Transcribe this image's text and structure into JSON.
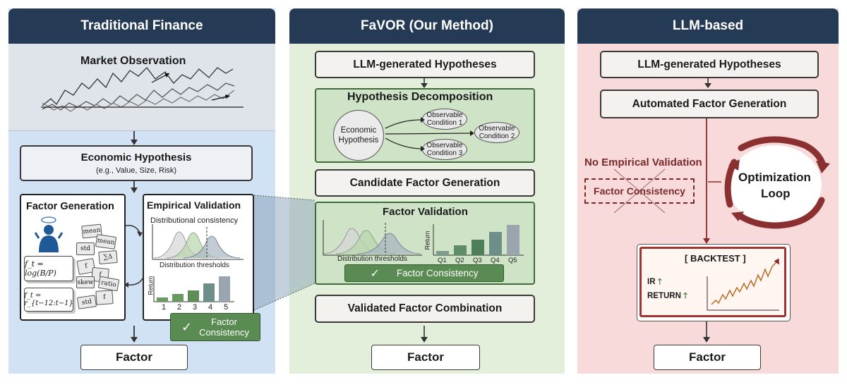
{
  "traditional": {
    "title": "Traditional Finance",
    "market_observation": "Market Observation",
    "hypothesis_title": "Economic Hypothesis",
    "hypothesis_examples": "(e.g., Value, Size, Risk)",
    "factor_generation": "Factor Generation",
    "empirical_validation": "Empirical Validation",
    "distributional_consistency": "Distributional consistency",
    "distribution_thresholds": "Distribution thresholds",
    "return_label": "Return",
    "x_ticks": [
      "1",
      "2",
      "3",
      "4",
      "5"
    ],
    "badge_check": "✓",
    "badge_line1": "Factor",
    "badge_line2": "Consistency",
    "factor": "Factor",
    "cards": [
      "mean",
      "mean",
      "std",
      "∑Δ",
      "f",
      "f",
      "skew",
      "ratio",
      "std",
      "f"
    ],
    "formula1": "f_t = log(B/P)",
    "formula2": "f_t = r_{t−12:t−1}"
  },
  "favor": {
    "title": "FaVOR (Our Method)",
    "llm_hypotheses": "LLM-generated Hypotheses",
    "decomposition_title": "Hypothesis Decomposition",
    "economic_hypothesis_l1": "Economic",
    "economic_hypothesis_l2": "Hypothesis",
    "obs1_l1": "Observable",
    "obs1_l2": "Condition 1",
    "obs2_l1": "Observable",
    "obs2_l2": "Condition 2",
    "obs3_l1": "Observable",
    "obs3_l2": "Condition 3",
    "candidate": "Candidate Factor Generation",
    "validation_title": "Factor Validation",
    "distribution_thresholds": "Distribution thresholds",
    "return_label": "Return",
    "q_ticks": [
      "Q1",
      "Q2",
      "Q3",
      "Q4",
      "Q5"
    ],
    "badge_check": "✓",
    "badge_text": "Factor Consistency",
    "combination": "Validated Factor Combination",
    "factor": "Factor"
  },
  "llm": {
    "title": "LLM-based",
    "llm_hypotheses": "LLM-generated Hypotheses",
    "automated": "Automated Factor Generation",
    "no_validation": "No Empirical Validation",
    "factor_consistency": "Factor Consistency",
    "optimization_l1": "Optimization",
    "optimization_l2": "Loop",
    "backtest": "[ BACKTEST ]",
    "ir": "IR",
    "ret": "RETURN",
    "factor": "Factor"
  },
  "colors": {
    "header": "#243a55",
    "traditional_bg": "#d6e4f5",
    "favor_bg": "#e6f0dd",
    "llm_bg": "#f8dcdc",
    "green_accent": "#5a8b52",
    "red_accent": "#8b2a2a"
  }
}
